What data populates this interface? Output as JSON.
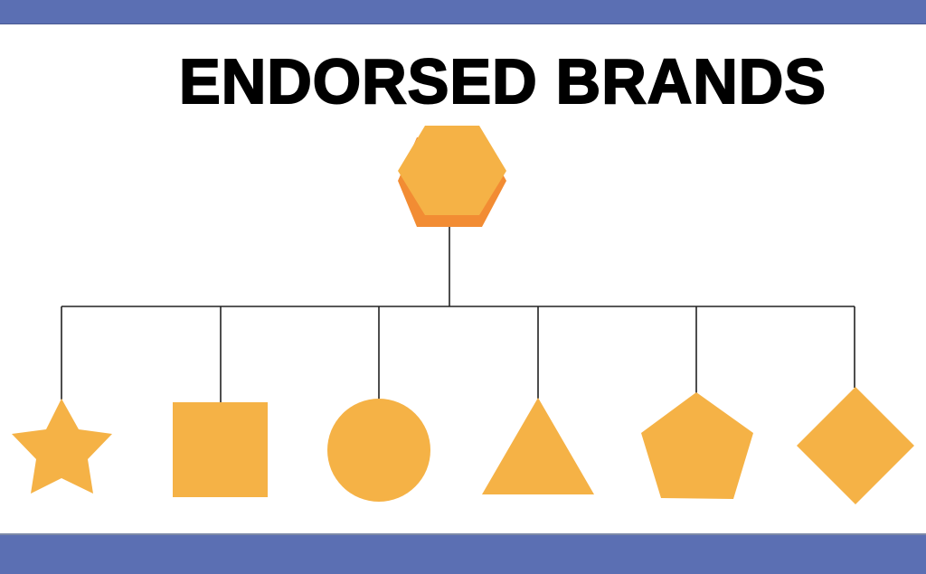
{
  "title": "ENDORSED BRANDS",
  "colors": {
    "band": "#5b6fb3",
    "shape_fill": "#f5b246",
    "shape_shadow": "#f28c33",
    "connector": "#222222",
    "title": "#000000"
  },
  "diagram": {
    "parent": {
      "shape": "hexagon",
      "label": ""
    },
    "children": [
      {
        "shape": "star",
        "label": ""
      },
      {
        "shape": "square",
        "label": ""
      },
      {
        "shape": "circle",
        "label": ""
      },
      {
        "shape": "triangle",
        "label": ""
      },
      {
        "shape": "pentagon",
        "label": ""
      },
      {
        "shape": "diamond",
        "label": ""
      }
    ]
  }
}
